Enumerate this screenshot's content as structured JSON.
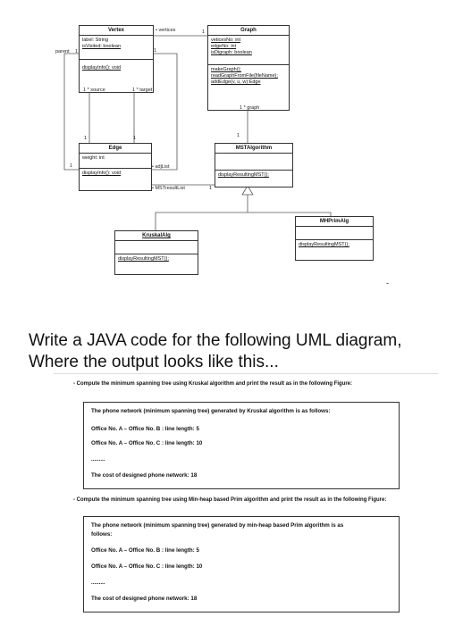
{
  "uml": {
    "vertex": {
      "name": "Vertex",
      "attrs": [
        "label:  String",
        "isVisited: boolean"
      ],
      "ops": [
        "displayInfo(): void"
      ]
    },
    "graph": {
      "name": "Graph",
      "attrs": [
        "veticesNo: int",
        "edgeNo: int",
        "isDigraph: boolean"
      ],
      "ops": [
        "makeGraph();",
        "readGraphFromFile(fileName);",
        "addEdge(v, u, w):Edge"
      ]
    },
    "edge": {
      "name": "Edge",
      "attrs": [
        "weight: int"
      ],
      "ops": [
        "displayInfo(): void"
      ]
    },
    "mst": {
      "name": "MSTAlgorithm",
      "ops": [
        "displayResultingMST();"
      ]
    },
    "kruskal": {
      "name": "KruskalAlg",
      "ops": [
        "displayResultingMST();"
      ]
    },
    "prim": {
      "name": "MHPrimAlg",
      "ops": [
        "displayResultingMST();"
      ]
    },
    "labels": {
      "vertices": "• vertices",
      "one": "1",
      "parent": "parent",
      "source": "1 * source",
      "target": "1 * target",
      "graph": "1 * graph",
      "adjlist": "• adjList",
      "mstresult": "• MSTresultList",
      "dash": "-"
    }
  },
  "question": "Write a JAVA code for the following UML diagram, Where the output looks like this...",
  "kruskal_task": "- Compute the minimum spanning tree using Kruskal algorithm and print the result as in the following Figure:",
  "kruskal_output": {
    "l1": "The phone network (minimum spanning tree) generated by Kruskal algorithm is as follows:",
    "l2": "Office No. A – Office No. B : line length: 5",
    "l3": "Office No. A – Office No. C : line length: 10",
    "l4": ".........",
    "l5": "The cost of designed phone network: 18"
  },
  "prim_task": "- Compute the minimum spanning tree using Min-heap based Prim algorithm and print the result as in the following Figure:",
  "prim_output": {
    "l1": "The phone network (minimum spanning tree) generated by min-heap based Prim algorithm is as follows:",
    "l2": "Office No. A – Office No. B : line length: 5",
    "l3": "Office No. A – Office No. C : line length: 10",
    "l4": ".........",
    "l5": "The cost of designed phone network: 18"
  }
}
